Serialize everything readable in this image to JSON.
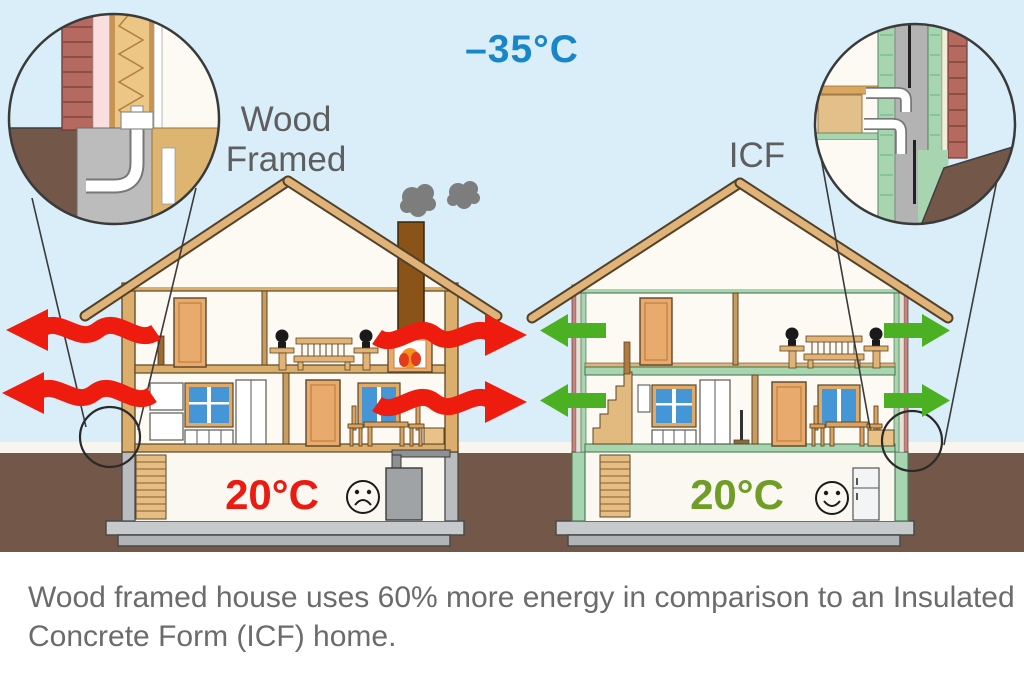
{
  "scene": {
    "outdoor_temp": "–35°C",
    "caption_line1": "Wood framed house uses 60% more energy in comparison to an Insulated",
    "caption_line2": "Concrete Form (ICF) home."
  },
  "wood_house": {
    "label_line1": "Wood",
    "label_line2": "Framed",
    "indoor_temp": "20°C",
    "mood_icon": "sad-face",
    "heat_arrows": "large-red-wavy-arrows"
  },
  "icf_house": {
    "label": "ICF",
    "indoor_temp": "20°C",
    "mood_icon": "happy-face",
    "heat_arrows": "small-green-straight-arrows"
  },
  "icons": {
    "chimney_smoke": "smoke-puffs",
    "wood_house_mood": "sad-face",
    "icf_house_mood": "happy-face",
    "wood_wall_callout": "wood-frame-wall-cross-section",
    "icf_wall_callout": "icf-wall-cross-section"
  },
  "colors": {
    "sky": "#daeef9",
    "ground_brown": "#73584a",
    "outdoor_temp_blue": "#1886c9",
    "heat_arrow_red": "#ee1c0f",
    "heat_arrow_green": "#4cb122",
    "wood_temp_red": "#ea1c12",
    "icf_temp_green": "#6f9d26",
    "label_gray": "#5e5e5e",
    "caption_gray": "#6b6b6b",
    "wood_trim": "#dcae6c",
    "icf_foam_green": "#a7d5b0",
    "brick_red": "#b5695f"
  }
}
